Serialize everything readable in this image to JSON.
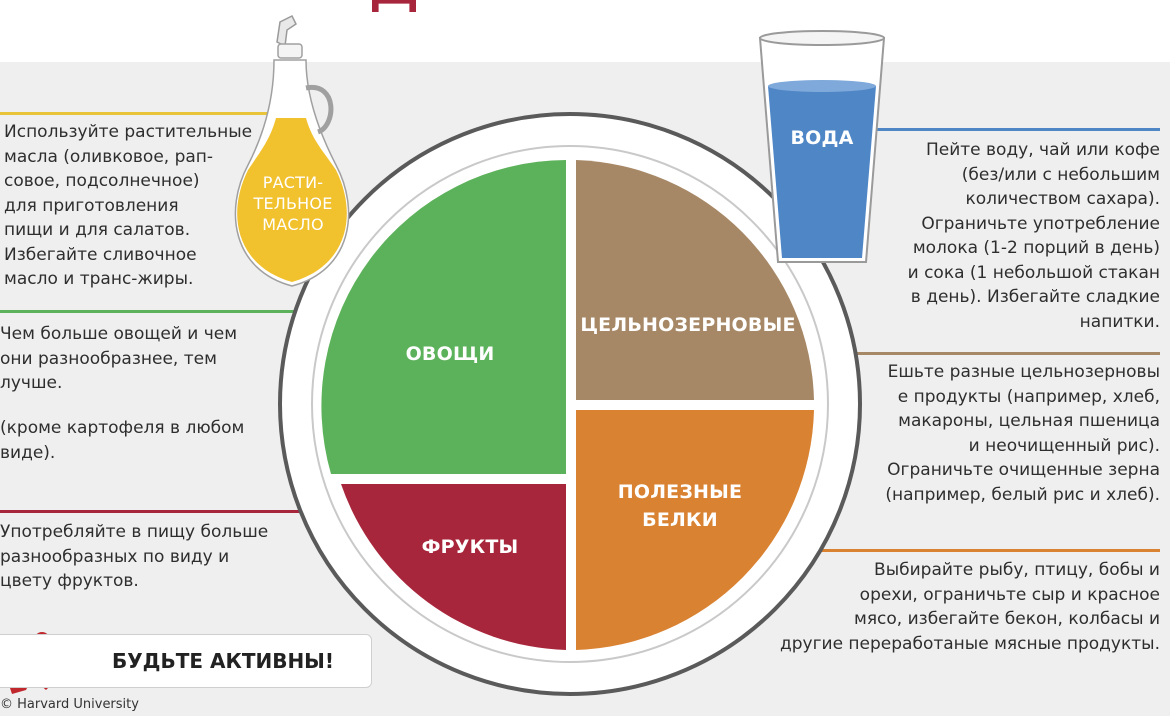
{
  "colors": {
    "panel": "#efefef",
    "oil": "#f2c12e",
    "vegetables": "#5cb25a",
    "whole_grains": "#a78866",
    "protein": "#d98232",
    "fruits": "#a8263b",
    "water": "#4f86c6",
    "plate_rim": "#ffffff",
    "runner": "#c0282d"
  },
  "labels": {
    "oil": [
      "РАСТИ-",
      "ТЕЛЬНОЕ",
      "МАСЛО"
    ],
    "water": "ВОДА",
    "vegetables": "ОВОЩИ",
    "whole_grains": "ЦЕЛЬНОЗЕРНОВЫЕ",
    "protein": [
      "ПОЛЕЗНЫЕ",
      "БЕЛКИ"
    ],
    "fruits": "ФРУКТЫ"
  },
  "texts": {
    "oil": [
      "Используйте растительные",
      "масла (оливковое, рап-",
      "совое, подсолнечное)",
      "для приготовления",
      "пищи и для салатов.",
      "Избегайте сливочное",
      "масло и транс-жиры."
    ],
    "vegetables_1": [
      "Чем больше овощей и чем",
      "они разнообразнее, тем",
      "лучше."
    ],
    "vegetables_2": [
      "(кроме картофеля в любом",
      "виде)."
    ],
    "fruits": [
      "Употребляйте в пищу больше",
      "разнообразных по виду и",
      "цвету фруктов."
    ],
    "water": [
      "Пейте воду, чай или кофе",
      "(без/или с небольшим",
      "количеством сахара).",
      "Ограничьте употребление",
      "молока (1-2 порций в день)",
      "и сока (1 небольшой стакан",
      "в день). Избегайте сладкие",
      "напитки."
    ],
    "whole_grains": [
      "Ешьте разные цельнозерновы",
      "е продукты (например, хлеб,",
      "макароны, цельная пшеница",
      "и неочищенный рис).",
      "Ограничьте очищенные зерна",
      "(например, белый рис и хлеб)."
    ],
    "protein": [
      "Выбирайте рыбу, птицу, бобы и",
      "орехи, ограничьте сыр и красное",
      "мясо, избегайте бекон, колбасы и",
      "другие переработаные мясные продукты."
    ]
  },
  "active": {
    "label": "БУДЬТЕ АКТИВНЫ!",
    "icon": "running-person-icon"
  },
  "copyright": "© Harvard University"
}
